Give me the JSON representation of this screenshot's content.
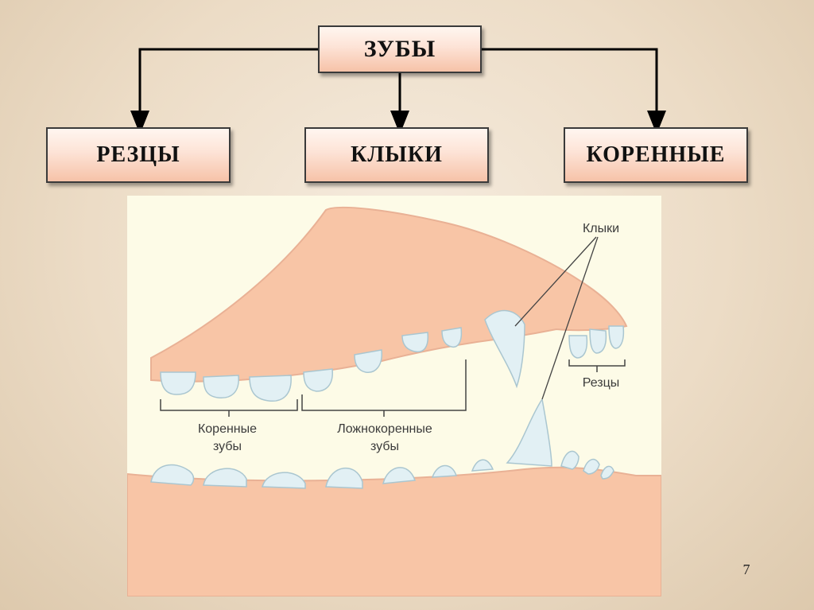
{
  "hierarchy": {
    "root": "ЗУБЫ",
    "children": [
      "РЕЗЦЫ",
      "КЛЫКИ",
      "КОРЕННЫЕ"
    ]
  },
  "figure": {
    "labels": {
      "canines": "Клыки",
      "incisors": "Резцы",
      "molars_line1": "Коренные",
      "molars_line2": "зубы",
      "premolars_line1": "Ложнокоренные",
      "premolars_line2": "зубы"
    }
  },
  "page_number": "7",
  "colors": {
    "gum": "#f8c5a6",
    "tooth": "#dfeef2",
    "box_border": "#3a3a3a",
    "panel_background": "#fdfbe7"
  }
}
